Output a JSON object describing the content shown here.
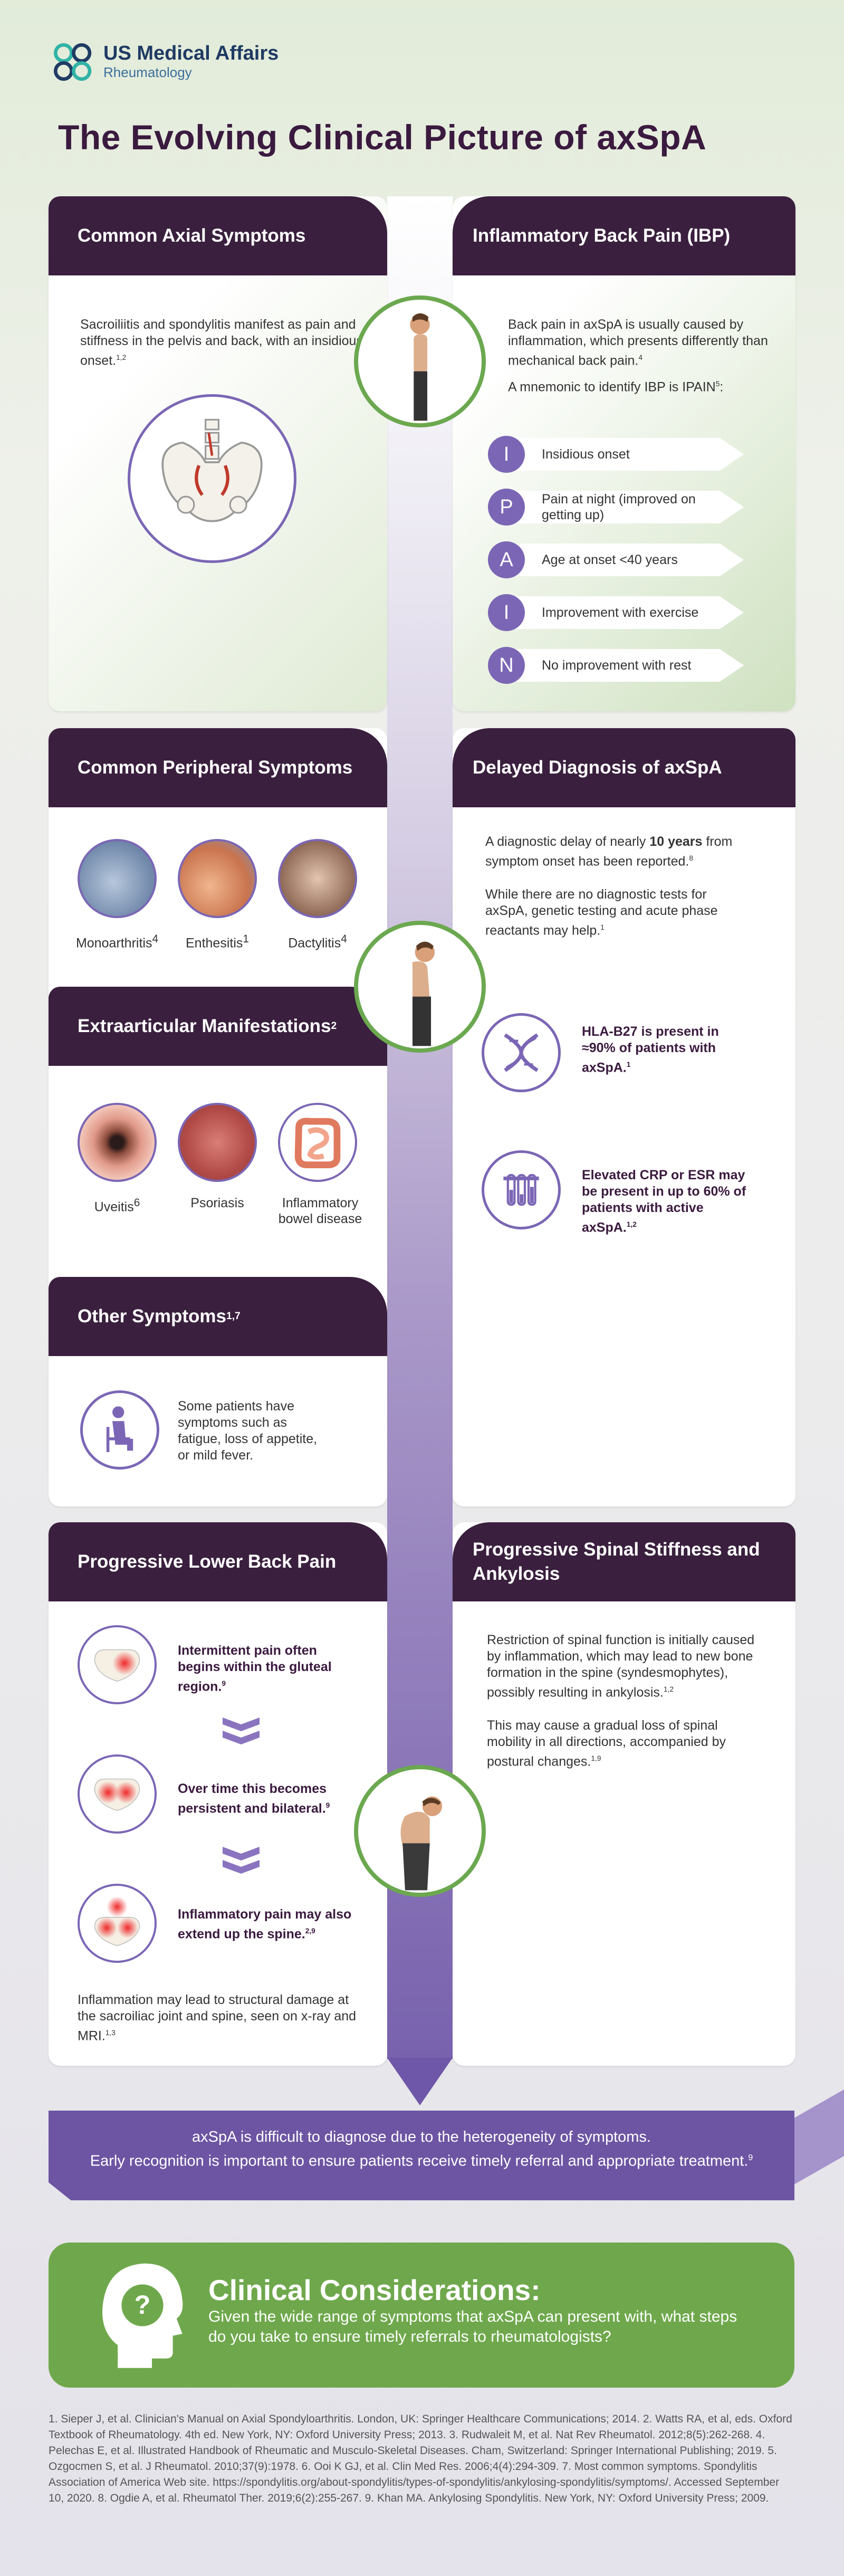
{
  "header": {
    "brand": "US Medical Affairs",
    "brand_sub": "Rheumatology",
    "title": "The Evolving Clinical Picture of axSpA"
  },
  "axial": {
    "title": "Common Axial Symptoms",
    "text": "Sacroiliitis and spondylitis manifest as pain and stiffness in the pelvis and back, with an insidious onset.",
    "ref": "1,2"
  },
  "ibp": {
    "title": "Inflammatory Back Pain (IBP)",
    "text1": "Back pain in axSpA is usually caused by inflammation, which presents differently than mechanical back pain.",
    "ref1": "4",
    "text2": "A mnemonic to identify IBP is IPAIN",
    "ref2": "5",
    "items": [
      {
        "letter": "I",
        "label": "Insidious onset"
      },
      {
        "letter": "P",
        "label": "Pain at night (improved on getting up)"
      },
      {
        "letter": "A",
        "label": "Age at onset <40 years"
      },
      {
        "letter": "I",
        "label": "Improvement with exercise"
      },
      {
        "letter": "N",
        "label": "No improvement with rest"
      }
    ]
  },
  "peripheral": {
    "title": "Common Peripheral Symptoms",
    "items": [
      {
        "label": "Monoarthritis",
        "ref": "4"
      },
      {
        "label": "Enthesitis",
        "ref": "1"
      },
      {
        "label": "Dactylitis",
        "ref": "4"
      }
    ]
  },
  "extra": {
    "title": "Extraarticular Manifestations",
    "ref": "2",
    "items": [
      {
        "label": "Uveitis",
        "ref": "6"
      },
      {
        "label": "Psoriasis",
        "ref": ""
      },
      {
        "label": "Inflammatory bowel disease",
        "ref": ""
      }
    ]
  },
  "other": {
    "title": "Other Symptoms",
    "ref": "1,7",
    "text": "Some patients have symptoms such as fatigue, loss of appetite, or mild fever."
  },
  "delayed": {
    "title": "Delayed Diagnosis of axSpA",
    "text1_a": "A diagnostic delay of nearly ",
    "text1_b": "10 years",
    "text1_c": " from symptom onset has been reported.",
    "ref1": "8",
    "text2": "While there are no diagnostic tests for axSpA, genetic testing and acute phase reactants may help.",
    "ref2": "1",
    "hla": "HLA-B27 is present in ≈90% of patients with axSpA.",
    "hla_ref": "1",
    "crp": "Elevated CRP or ESR may be present in up to 60% of patients with active axSpA.",
    "crp_ref": "1,2"
  },
  "lower": {
    "title": "Progressive Lower Back Pain",
    "steps": [
      {
        "text": "Intermittent pain often begins within the gluteal region.",
        "ref": "9"
      },
      {
        "text": "Over time this becomes persistent and bilateral.",
        "ref": "9"
      },
      {
        "text": "Inflammatory pain may also extend up the spine.",
        "ref": "2,9"
      }
    ],
    "footer": "Inflammation may lead to structural damage at the sacroiliac joint and spine, seen on x-ray and MRI.",
    "footer_ref": "1,3"
  },
  "spinal": {
    "title": "Progressive Spinal Stiffness and Ankylosis",
    "text1": "Restriction of spinal function is initially caused by inflammation, which may lead to new bone formation in the spine (syndesmophytes), possibly resulting in ankylosis.",
    "ref1": "1,2",
    "text2": "This may cause a gradual loss of spinal mobility in all directions, accompanied by postural changes.",
    "ref2": "1,9"
  },
  "banner": {
    "line1": "axSpA is difficult to diagnose due to the heterogeneity of symptoms.",
    "line2": "Early recognition is important to ensure patients receive timely referral and appropriate treatment.",
    "ref": "9"
  },
  "clinical": {
    "title": "Clinical Considerations:",
    "text": "Given the wide range of symptoms that axSpA can present with, what steps do you take to ensure timely referrals to rheumatologists?"
  },
  "references": "1. Sieper J, et al. Clinician's Manual on Axial Spondyloarthritis. London, UK: Springer Healthcare Communications; 2014. 2. Watts RA, et al, eds. Oxford Textbook of Rheumatology. 4th ed. New York, NY: Oxford University Press; 2013. 3. Rudwaleit M, et al. Nat Rev Rheumatol. 2012;8(5):262-268. 4. Pelechas E, et al. Illustrated Handbook of Rheumatic and Musculo-Skeletal Diseases. Cham, Switzerland: Springer International Publishing; 2019. 5. Ozgocmen S, et al. J Rheumatol. 2010;37(9):1978. 6. Ooi K GJ, et al. Clin Med Res. 2006;4(4):294-309. 7. Most common symptoms. Spondylitis Association of America Web site. https://spondylitis.org/about-spondylitis/types-of-spondylitis/ankylosing-spondylitis/symptoms/. Accessed September 10, 2020. 8. Ogdie A, et al. Rheumatol Ther. 2019;6(2):255-267. 9. Khan MA. Ankylosing Spondylitis. New York, NY: Oxford University Press; 2009.",
  "colors": {
    "dark_purple": "#3a1f3e",
    "purple": "#7b66b5",
    "green": "#6fa84c",
    "banner": "#6d55a3"
  }
}
